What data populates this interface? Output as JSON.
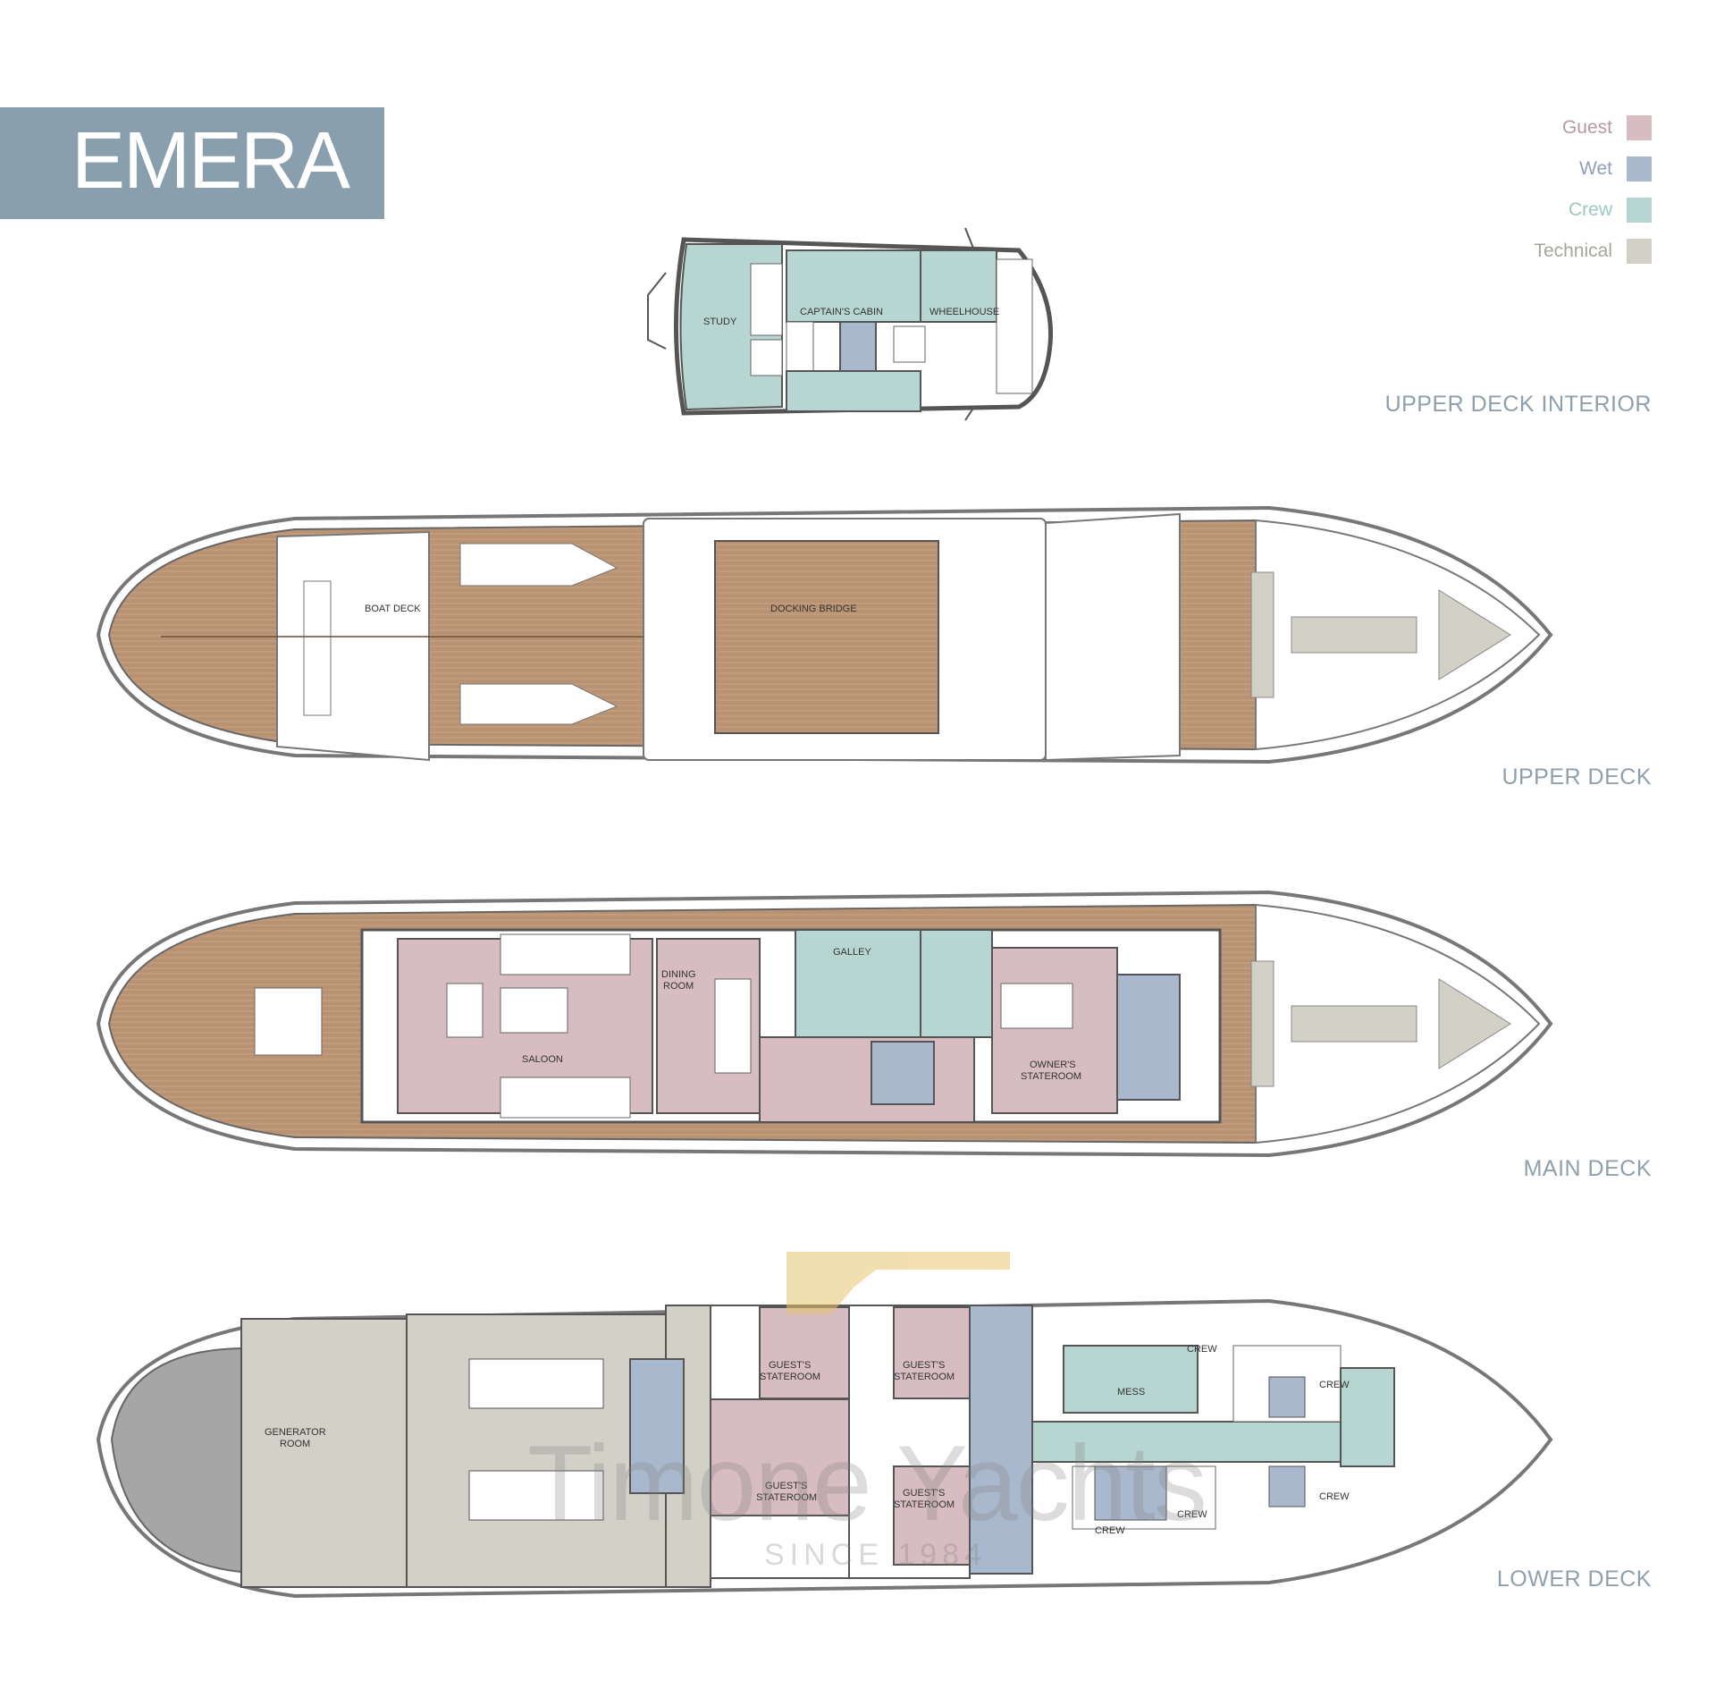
{
  "title": "EMERA",
  "legend": [
    {
      "label": "Guest",
      "color": "#d7bcc1"
    },
    {
      "label": "Wet",
      "color": "#a9b8cc"
    },
    {
      "label": "Crew",
      "color": "#b7d6d1"
    },
    {
      "label": "Technical",
      "color": "#d3d0c8"
    }
  ],
  "decks": {
    "upper_deck_interior": {
      "label": "UPPER DECK INTERIOR",
      "rooms": {
        "study": "STUDY",
        "captains_cabin": "CAPTAIN'S CABIN",
        "wheelhouse": "WHEELHOUSE"
      }
    },
    "upper_deck": {
      "label": "UPPER DECK",
      "rooms": {
        "boat_deck": "BOAT DECK",
        "docking_bridge": "DOCKING BRIDGE"
      }
    },
    "main_deck": {
      "label": "MAIN DECK",
      "rooms": {
        "saloon": "SALOON",
        "dining_room_1": "DINING",
        "dining_room_2": "ROOM",
        "galley": "GALLEY",
        "owners_1": "OWNER'S",
        "owners_2": "STATEROOM"
      }
    },
    "lower_deck": {
      "label": "LOWER DECK",
      "rooms": {
        "generator_1": "GENERATOR",
        "generator_2": "ROOM",
        "guest_1a": "GUEST'S",
        "guest_1b": "STATEROOM",
        "guest_2a": "GUEST'S",
        "guest_2b": "STATEROOM",
        "guest_3a": "GUEST'S",
        "guest_3b": "STATEROOM",
        "guest_4a": "GUEST'S",
        "guest_4b": "STATEROOM",
        "mess": "MESS",
        "crew_1": "CREW",
        "crew_2": "CREW",
        "crew_3": "CREW",
        "crew_4": "CREW",
        "crew_5": "CREW"
      }
    }
  },
  "watermark": {
    "name": "Timone Yachts",
    "since": "SINCE 1984"
  },
  "colors": {
    "teak": "#b89272",
    "guest": "#d7bcc1",
    "wet": "#a9b8cc",
    "crew": "#b7d6d1",
    "technical": "#d3d0c8",
    "hull_outline": "#7a7a7a",
    "label": "#8fa0ac"
  }
}
